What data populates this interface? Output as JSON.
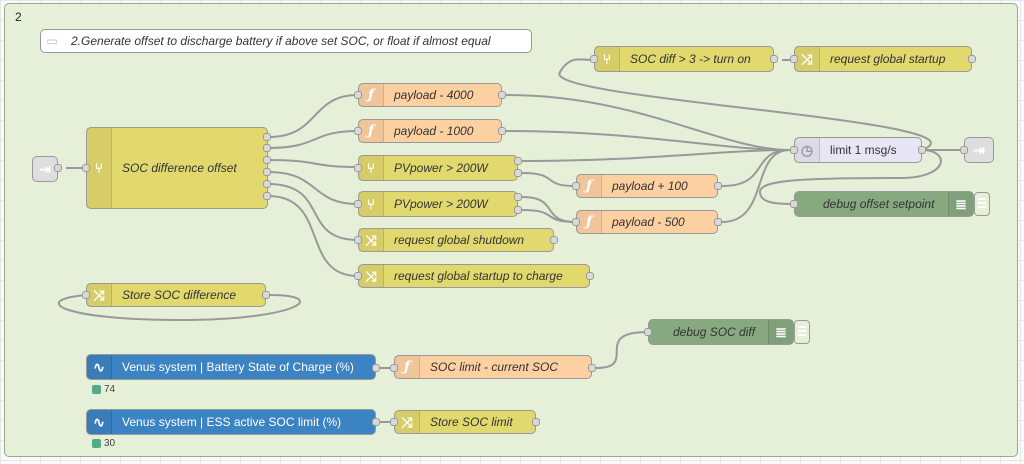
{
  "group": {
    "label": "2"
  },
  "comment": {
    "text": "2.Generate offset to discharge battery if above set SOC, or float if almost equal"
  },
  "nodes": {
    "soc_diff_offset": "SOC difference offset",
    "payload_4000": "payload - 4000",
    "payload_1000": "payload - 1000",
    "pvpower_1": "PVpower > 200W",
    "pvpower_2": "PVpower > 200W",
    "req_shutdown": "request global shutdown",
    "req_startup_charge": "request global startup to charge",
    "payload_100": "payload + 100",
    "payload_500": "payload - 500",
    "soc_diff_3": "SOC diff > 3 -> turn on",
    "req_startup": "request global startup",
    "limit": "limit 1 msg/s",
    "debug_offset": "debug offset setpoint",
    "store_soc_diff": "Store SOC difference",
    "debug_soc_diff": "debug SOC diff",
    "venus_soc": "Venus system | Battery State of Charge (%)",
    "soc_limit_current": "SOC limit - current SOC",
    "venus_ess": "Venus system | ESS active SOC limit (%)",
    "store_soc_limit": "Store SOC limit"
  },
  "status": {
    "venus_soc": "74",
    "venus_ess": "30"
  },
  "icons": {
    "function": "function-icon",
    "switch": "switch-icon",
    "change": "change-icon",
    "delay": "delay-icon",
    "link": "link-icon",
    "debug": "debug-icon",
    "victron": "victron-icon"
  }
}
